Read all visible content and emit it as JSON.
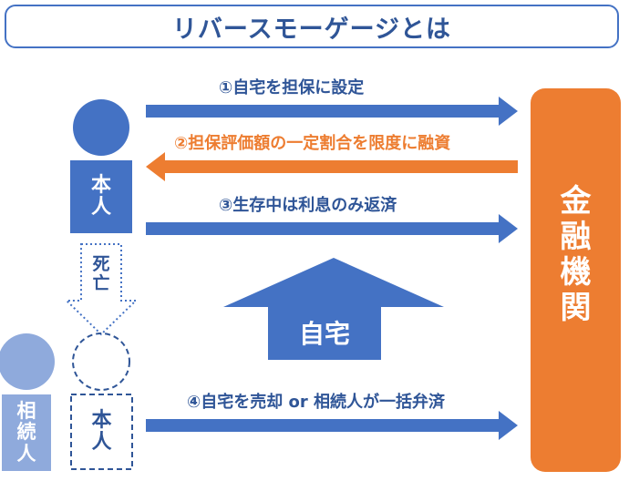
{
  "title": "リバースモーゲージとは",
  "arrows": {
    "step1": "①自宅を担保に設定",
    "step2": "②担保評価額の一定割合を限度に融資",
    "step3": "③生存中は利息のみ返済",
    "step4": "④自宅を売却 or 相続人が一括弁済"
  },
  "person": {
    "label_chars": [
      "本",
      "人"
    ]
  },
  "death": {
    "label_chars": [
      "死",
      "亡"
    ]
  },
  "heir": {
    "label_chars": [
      "相",
      "続",
      "人"
    ]
  },
  "ghost": {
    "label_chars": [
      "本",
      "人"
    ]
  },
  "house": {
    "label": "自宅"
  },
  "bank": {
    "label_chars": [
      "金",
      "融",
      "機",
      "関"
    ]
  },
  "colors": {
    "blue": "#4472c4",
    "dark_blue": "#2f5597",
    "orange": "#ed7d31",
    "light_blue": "#8faadc"
  }
}
